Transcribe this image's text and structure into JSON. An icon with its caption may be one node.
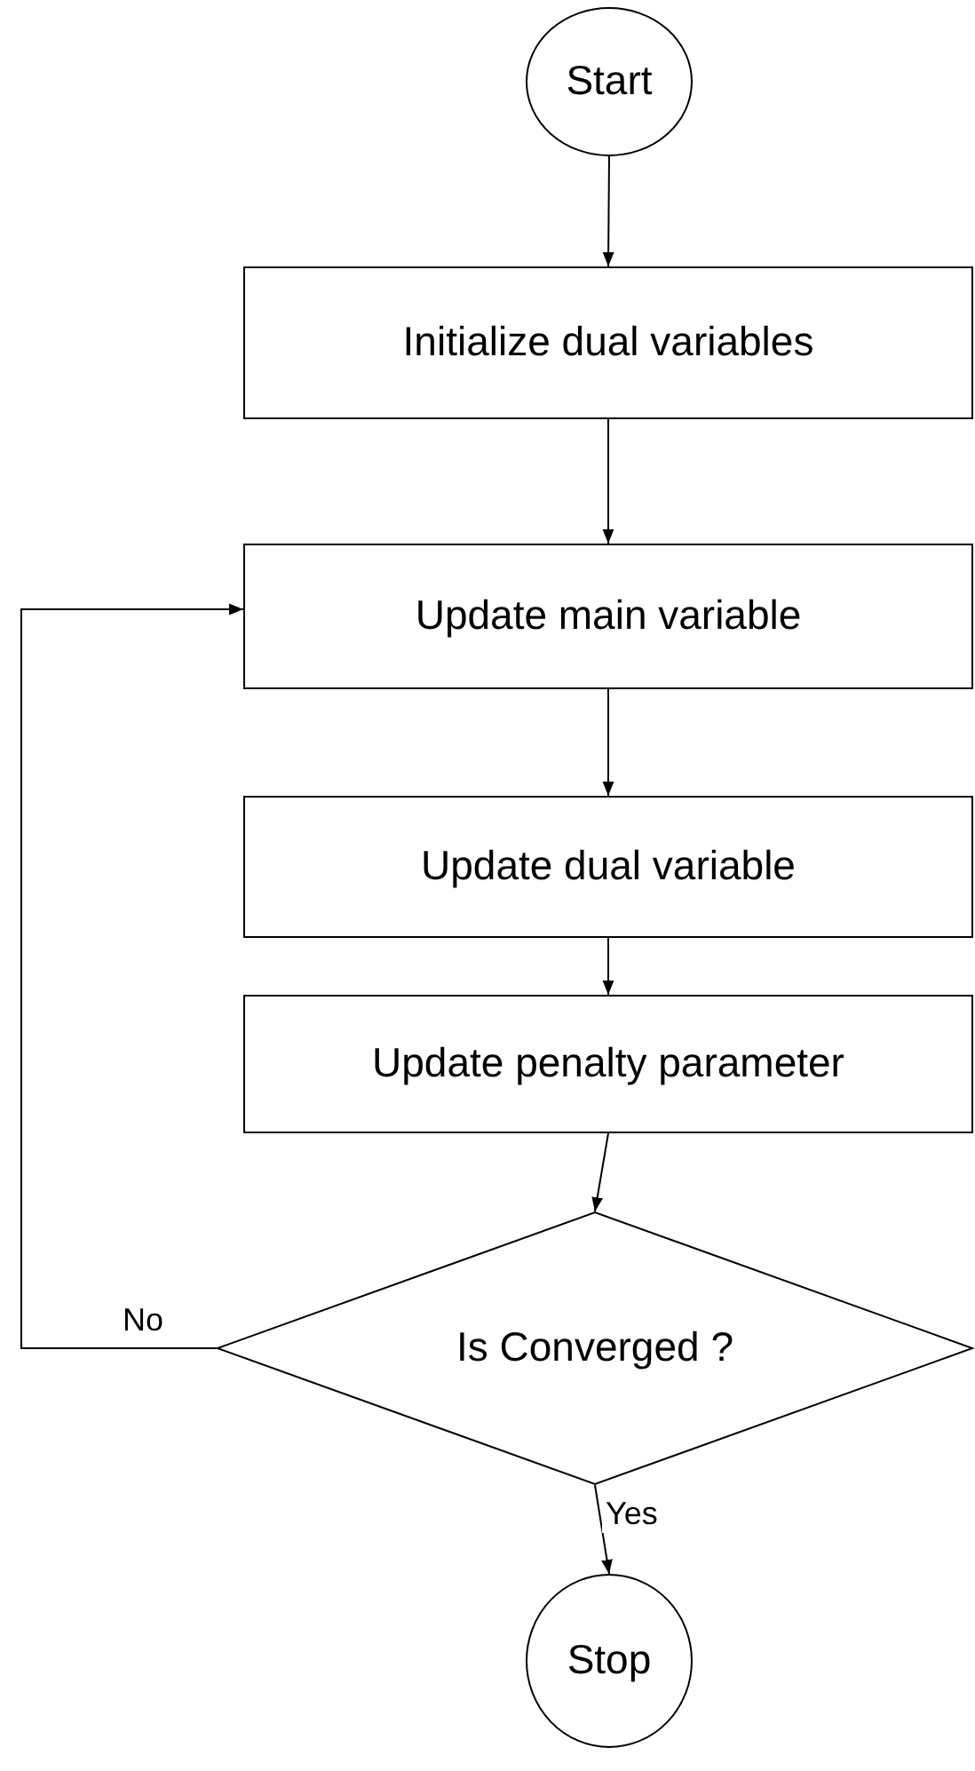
{
  "diagram": {
    "nodes": [
      {
        "text": [
          "Start"
        ]
      },
      {
        "text": [
          "Initialize dual variables"
        ]
      },
      {
        "text": [
          "Update main variable"
        ]
      },
      {
        "text": [
          "Update dual variable"
        ]
      },
      {
        "text": [
          "Update penalty parameter"
        ]
      },
      {
        "text": [
          "Is Converged ?"
        ]
      },
      {
        "text": [
          "Stop"
        ]
      }
    ],
    "edges": [
      {
        "from": 0,
        "to": 1,
        "arrow": "to"
      },
      {
        "from": 1,
        "to": 2,
        "arrow": "to"
      },
      {
        "from": 2,
        "to": 3,
        "arrow": "to"
      },
      {
        "from": 3,
        "to": 4,
        "arrow": "to"
      },
      {
        "from": 4,
        "to": 5,
        "arrow": "to"
      },
      {
        "from": 5,
        "to": 6,
        "arrow": "to",
        "label": "Yes"
      },
      {
        "from": 5,
        "to": 2,
        "arrow": "to",
        "label": "No"
      }
    ]
  }
}
